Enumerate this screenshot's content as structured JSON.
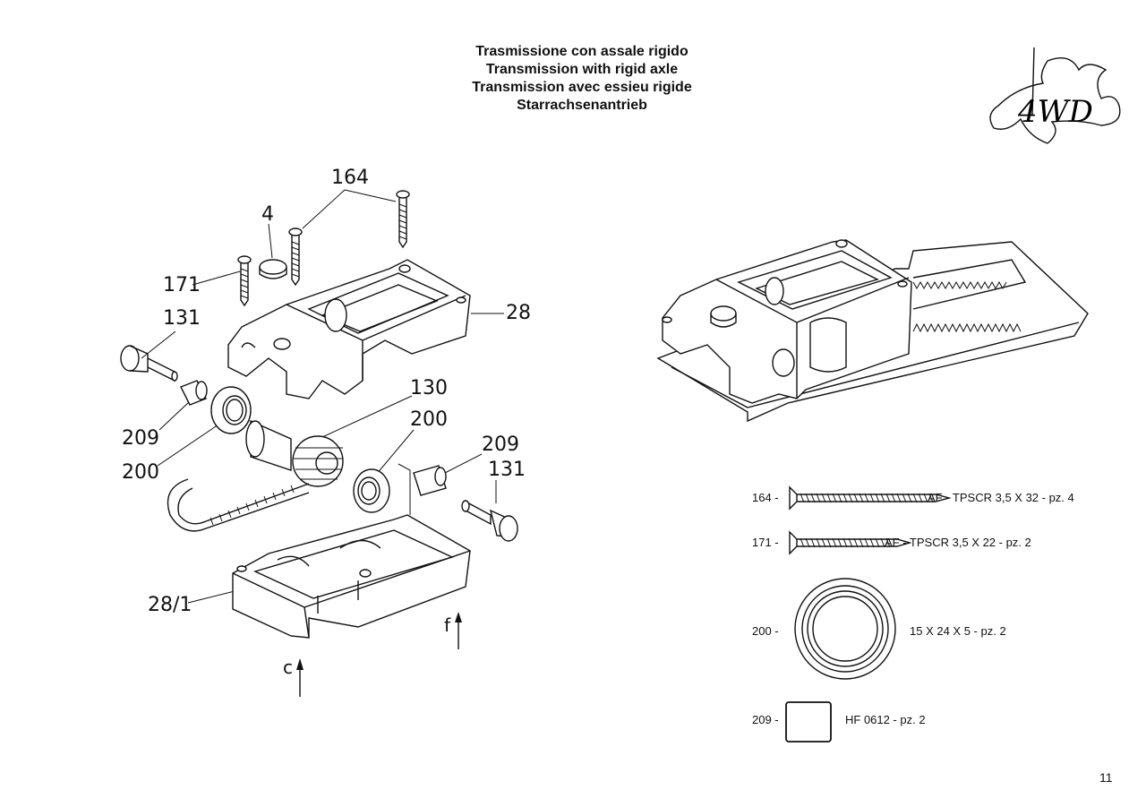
{
  "title": {
    "line_it": "Trasmissione con assale rigido",
    "line_en": "Transmission with rigid axle",
    "line_fr": "Transmission avec essieu rigide",
    "line_de": "Starrachsenantrieb"
  },
  "logo": {
    "text": "4WD"
  },
  "callouts": {
    "c164": "164",
    "c4": "4",
    "c171": "171",
    "c131a": "131",
    "c28": "28",
    "c130": "130",
    "c200a": "200",
    "c209a": "209",
    "c131b": "131",
    "c209b": "209",
    "c200b": "200",
    "c28_1": "28/1",
    "cf": "f",
    "cc": "c"
  },
  "parts": [
    {
      "code": "164 -",
      "desc": "AF - TPSCR 3,5 X 32 - pz. 4"
    },
    {
      "code": "171 -",
      "desc": "AF - TPSCR 3,5 X 22 - pz. 2"
    },
    {
      "code": "200 -",
      "desc": "15 X 24 X 5 - pz. 2"
    },
    {
      "code": "209 -",
      "desc": "HF 0612 - pz. 2"
    }
  ],
  "page_number": "11"
}
